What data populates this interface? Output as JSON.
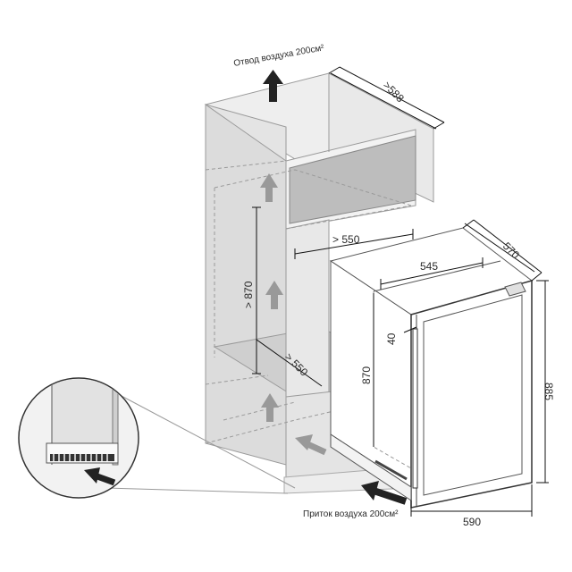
{
  "labels": {
    "air_out": "Отвод воздуха 200см²",
    "air_in": "Приток воздуха 200см²"
  },
  "dimensions": {
    "depth_top": ">588",
    "niche_width": "> 550",
    "niche_height": "> 870",
    "niche_depth": "> 550",
    "unit_width_top": "545",
    "unit_depth": "570",
    "door_gap": "40",
    "body_height": "870",
    "total_height": "885",
    "total_width": "590"
  },
  "colors": {
    "cabinet_face": "#e6e6e6",
    "cabinet_side": "#d2d2d2",
    "oven": "#bdbdbd",
    "shelf": "#dedede",
    "arrow": "#222222",
    "flow_arrow": "#9a9a9a"
  }
}
